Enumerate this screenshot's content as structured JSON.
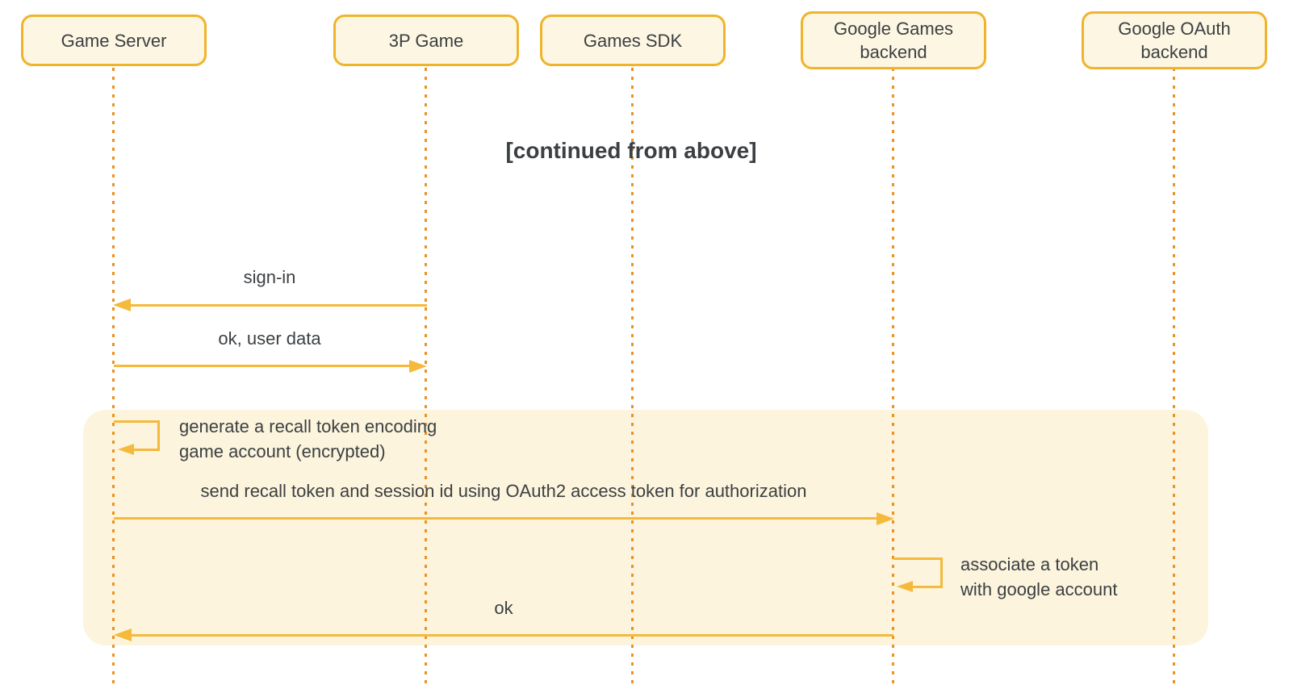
{
  "colors": {
    "background": "#ffffff",
    "box-fill": "#fcf6e2",
    "box-border": "#f0b42c",
    "region-fill": "#fcf4dc",
    "arrow": "#f5b93c",
    "lifeline": "#ec9225",
    "text": "#3c4043"
  },
  "actors": [
    {
      "lines": [
        "Game Server"
      ]
    },
    {
      "lines": [
        "3P Game"
      ]
    },
    {
      "lines": [
        "Games SDK"
      ]
    },
    {
      "lines": [
        "Google Games",
        "backend"
      ]
    },
    {
      "lines": [
        "Google OAuth",
        "backend"
      ]
    }
  ],
  "annotation": {
    "title": "[continued from above]"
  },
  "messages": {
    "sign_in": "sign-in",
    "ok_user_data": "ok, user data",
    "generate_recall": {
      "line1": "generate a recall token encoding",
      "line2": "game account (encrypted)"
    },
    "send_recall": "send recall token and session id using OAuth2 access token for authorization",
    "associate_token": {
      "line1": "associate a token",
      "line2": "with google account"
    },
    "ok": "ok"
  }
}
